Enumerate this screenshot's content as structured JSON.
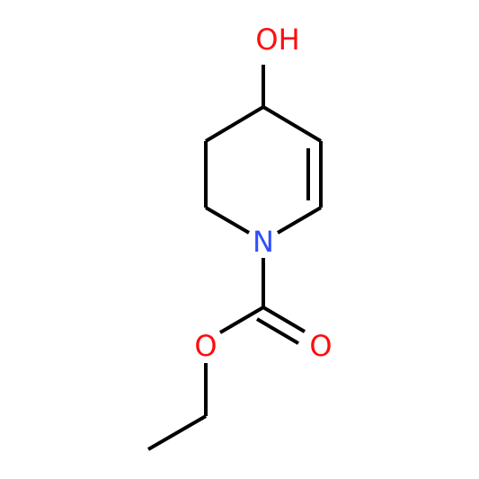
{
  "molecule": {
    "atoms": {
      "hydroxyl": {
        "label": "OH",
        "element": "O",
        "color": "#ff0d0d"
      },
      "nitrogen": {
        "label": "N",
        "element": "N",
        "color": "#3050f8"
      },
      "carbonyl_oxygen": {
        "label": "O",
        "element": "O",
        "color": "#ff0d0d"
      },
      "ester_oxygen": {
        "label": "O",
        "element": "O",
        "color": "#ff0d0d"
      }
    },
    "bond_color": "#000000"
  }
}
